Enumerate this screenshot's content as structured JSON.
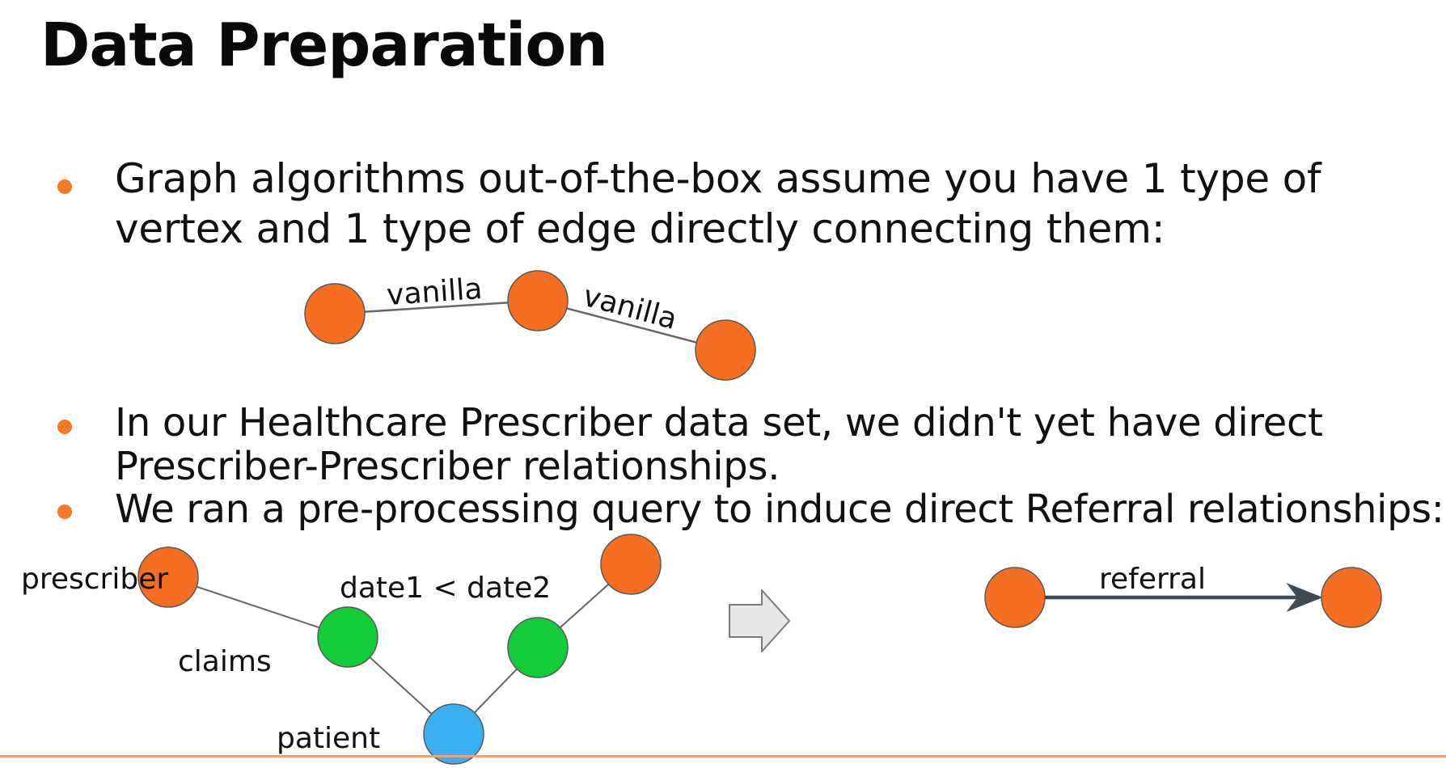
{
  "slide": {
    "title": "Data Preparation",
    "bullets": [
      {
        "lines": [
          "Graph algorithms out-of-the-box assume you have 1 type of",
          "vertex and 1 type of edge directly connecting them:"
        ]
      },
      {
        "lines": [
          "In our Healthcare Prescriber data set, we didn't yet have direct",
          "Prescriber-Prescriber relationships."
        ]
      },
      {
        "lines": [
          "We ran a pre-processing query to induce direct Referral relationships:"
        ]
      }
    ]
  },
  "diagram_top": {
    "edge_labels": [
      "vanilla",
      "vanilla"
    ]
  },
  "diagram_bottom": {
    "labels": {
      "prescriber": "prescriber",
      "condition": "date1 < date2",
      "claims": "claims",
      "patient": "patient",
      "referral": "referral"
    }
  },
  "colors": {
    "vertex": "#f56e22",
    "claim_vertex": "#12cc3a",
    "patient_vertex": "#3aaef0",
    "bullet": "#f47a2a",
    "arrow_edge": "#3d4a56",
    "bottom_rule": "#f4a07a"
  },
  "icons": {
    "transform_arrow": "right-arrow-icon"
  }
}
